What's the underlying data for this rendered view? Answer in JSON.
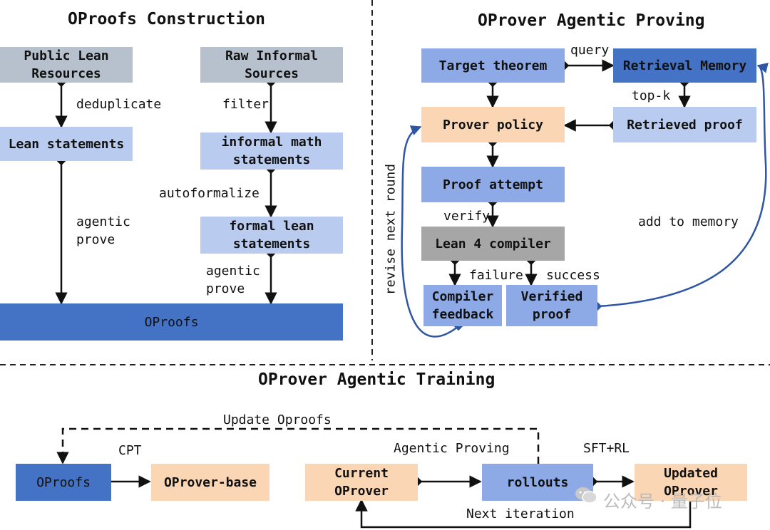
{
  "sections": {
    "construction_title": "OProofs Construction",
    "proving_title": "OProver Agentic Proving",
    "training_title": "OProver Agentic Training"
  },
  "construction": {
    "public_lean": "Public Lean\nResources",
    "raw_informal": "Raw Informal\nSources",
    "lean_statements": "Lean statements",
    "informal_math": "informal math\nstatements",
    "formal_lean": "formal lean\nstatements",
    "oproofs": "OProofs",
    "deduplicate": "deduplicate",
    "filter": "filter",
    "autoformalize": "autoformalize",
    "agentic_prove_left": "agentic\nprove",
    "agentic_prove_right": "agentic\nprove"
  },
  "proving": {
    "target_theorem": "Target theorem",
    "retrieval_memory": "Retrieval Memory",
    "prover_policy": "Prover policy",
    "retrieved_proof": "Retrieved proof",
    "proof_attempt": "Proof attempt",
    "lean_compiler": "Lean 4 compiler",
    "compiler_feedback": "Compiler\nfeedback",
    "verified_proof": "Verified\nproof",
    "query": "query",
    "top_k": "top-k",
    "verify": "verify",
    "failure": "failure",
    "success": "success",
    "add_to_memory": "add to memory",
    "revise_next_round": "revise next round"
  },
  "training": {
    "oproofs": "OProofs",
    "oprover_base": "OProver-base",
    "current_oprover": "Current\nOProver",
    "rollouts": "rollouts",
    "updated_oprover": "Updated\nOProver",
    "update_oproofs": "Update Oproofs",
    "cpt": "CPT",
    "agentic_proving": "Agentic Proving",
    "sft_rl": "SFT+RL",
    "next_iteration": "Next iteration"
  },
  "watermark": "公众号 · 量子位",
  "colors": {
    "gray_box": "#b7c1cd",
    "light_blue": "#b9cbef",
    "mid_blue": "#8eaae6",
    "dark_blue": "#4472c4",
    "peach": "#fad6b4",
    "compiler_gray": "#a6a6a6",
    "curve_blue": "#2f55a4"
  }
}
